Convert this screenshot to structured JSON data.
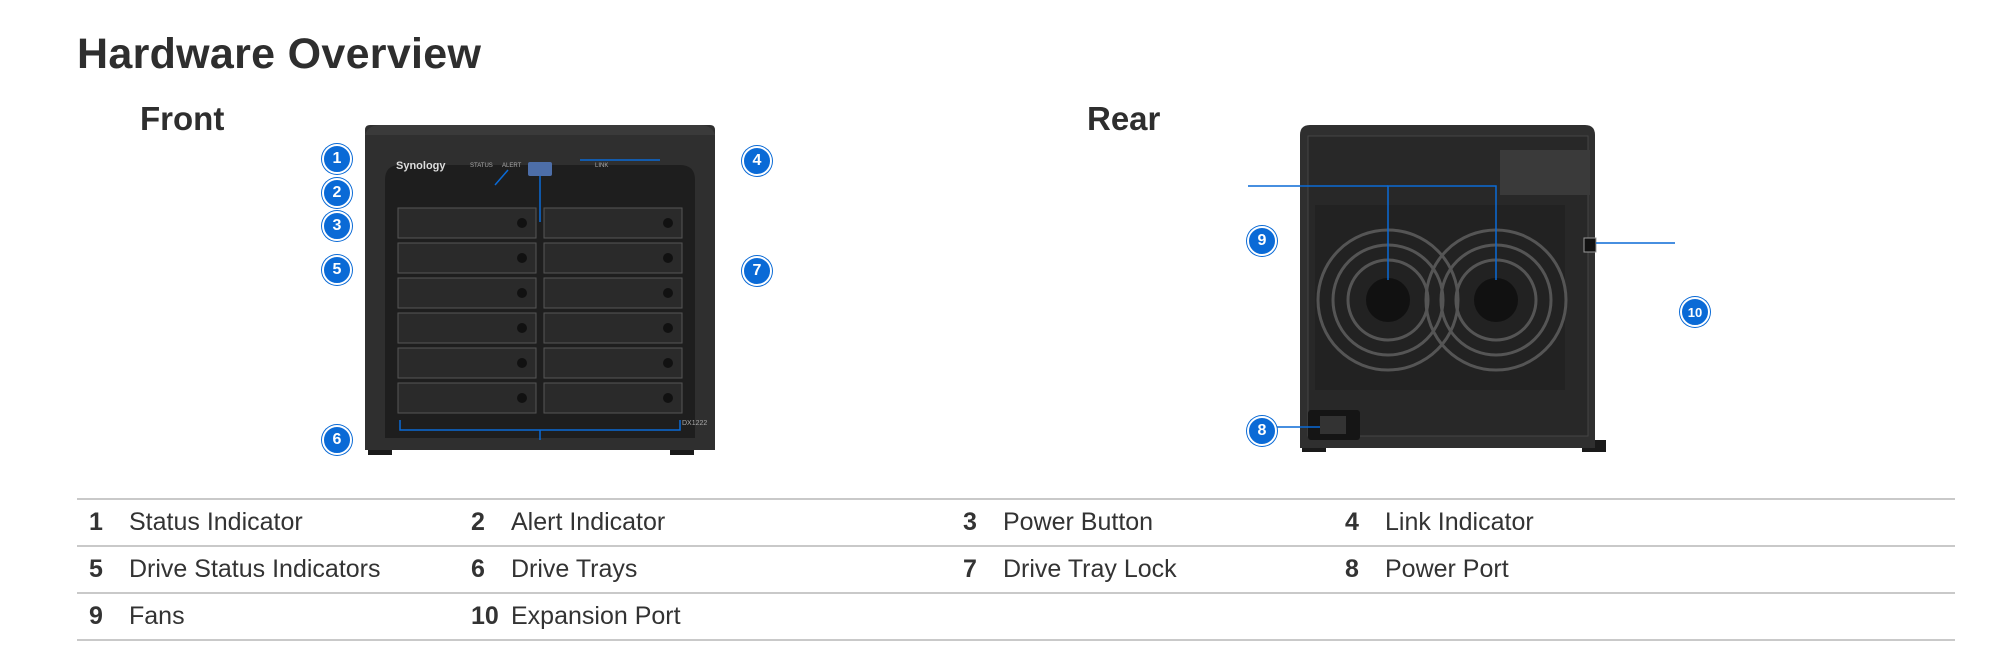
{
  "page": {
    "title": "Hardware Overview",
    "front_label": "Front",
    "rear_label": "Rear"
  },
  "device": {
    "brand": "Synology",
    "model": "DX1222",
    "front_indicator_labels": [
      "STATUS",
      "ALERT",
      "LINK"
    ]
  },
  "callouts": {
    "front": [
      "1",
      "2",
      "3",
      "4",
      "5",
      "6",
      "7"
    ],
    "rear": [
      "9",
      "10",
      "8"
    ]
  },
  "legend": [
    [
      {
        "num": "1",
        "label": "Status Indicator"
      },
      {
        "num": "2",
        "label": "Alert Indicator"
      },
      {
        "num": "3",
        "label": "Power Button"
      },
      {
        "num": "4",
        "label": "Link Indicator"
      }
    ],
    [
      {
        "num": "5",
        "label": "Drive Status Indicators"
      },
      {
        "num": "6",
        "label": "Drive Trays"
      },
      {
        "num": "7",
        "label": "Drive Tray Lock"
      },
      {
        "num": "8",
        "label": "Power Port"
      }
    ],
    [
      {
        "num": "9",
        "label": "Fans"
      },
      {
        "num": "10",
        "label": "Expansion Port"
      },
      {
        "num": "",
        "label": ""
      },
      {
        "num": "",
        "label": ""
      }
    ]
  ],
  "colors": {
    "callout": "#0a6ad6",
    "chassis": "#2b2b2b",
    "divider": "#c9c9c9"
  }
}
